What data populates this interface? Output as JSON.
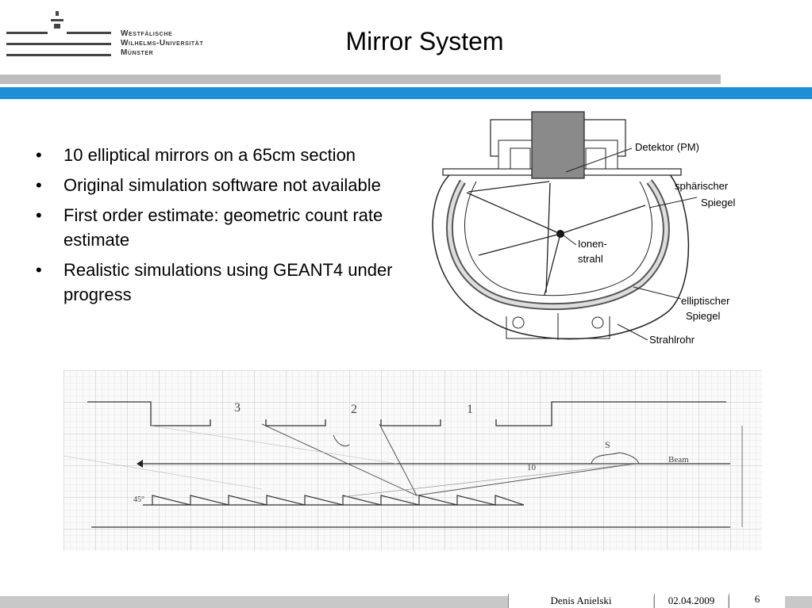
{
  "header": {
    "university_lines": [
      "Westfälische",
      "Wilhelms-Universität",
      "Münster"
    ],
    "title": "Mirror System"
  },
  "bullets": [
    "10 elliptical mirrors on a 65cm section",
    "Original simulation software not available",
    "First order estimate: geometric count rate estimate",
    "Realistic simulations using GEANT4 under progress"
  ],
  "diagram": {
    "labels": {
      "detektor": "Detektor (PM)",
      "spherical_1": "sphärischer",
      "spherical_2": "Spiegel",
      "ion_1": "Ionen-",
      "ion_2": "strahl",
      "elliptic_1": "elliptischer",
      "elliptic_2": "Spiegel",
      "beam_pipe": "Strahlrohr"
    }
  },
  "sketch": {
    "labels": {
      "n3": "3",
      "n2": "2",
      "n1": "1",
      "beam": "Beam",
      "angle": "45°",
      "ten": "10",
      "s": "S"
    }
  },
  "footer": {
    "author": "Denis Anielski",
    "date": "02.04.2009",
    "page": "6"
  },
  "colors": {
    "accent_blue": "#1e8fd6",
    "bar_gray": "#bdbdbd"
  }
}
